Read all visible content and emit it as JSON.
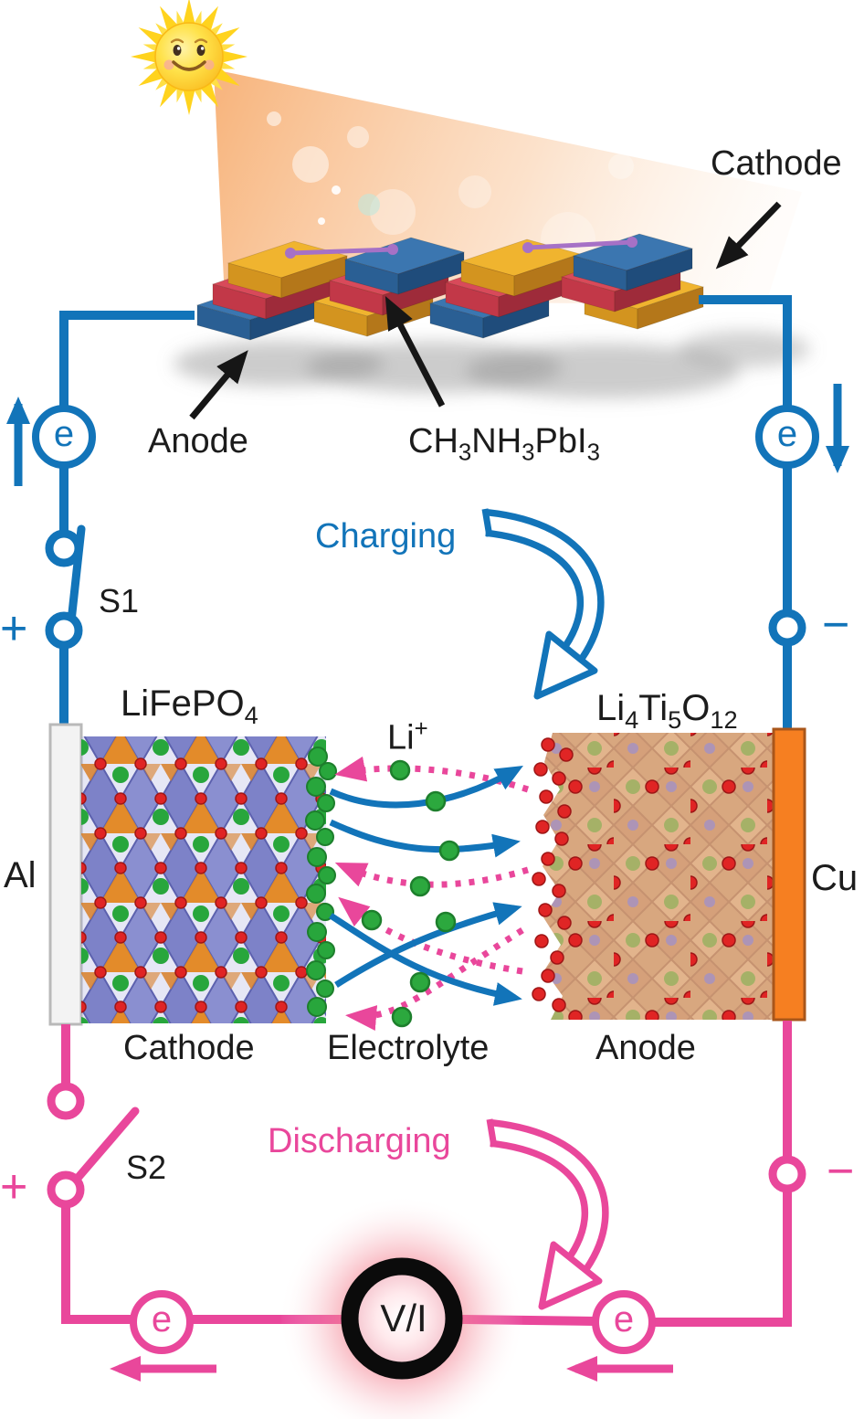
{
  "palette": {
    "circuit_blue": "#1274b9",
    "circuit_pink": "#e9479b",
    "ink": "#1c1c1c",
    "copper_orange": "#f67f21",
    "aluminum_gray": "#f3f3f3"
  },
  "solar_panel": {
    "cathode_label": "Cathode",
    "anode_label": "Anode",
    "absorber": [
      "CH",
      "3",
      "NH",
      "3",
      "PbI",
      "3"
    ]
  },
  "charging_circuit": {
    "label": "Charging",
    "switch_label": "S1",
    "plus_sign": "+",
    "minus_sign": "−",
    "electron_symbol": "e"
  },
  "battery": {
    "cathode_material": [
      "LiFePO",
      "4"
    ],
    "anode_material": [
      "Li",
      "4",
      "Ti",
      "5",
      "O",
      "12"
    ],
    "lithium_ion": [
      "Li",
      "+"
    ],
    "cathode_label": "Cathode",
    "electrolyte_label": "Electrolyte",
    "anode_label": "Anode",
    "left_electrode_label": "Al",
    "right_electrode_label": "Cu"
  },
  "discharging_circuit": {
    "label": "Discharging",
    "switch_label": "S2",
    "plus_sign": "+",
    "minus_sign": "−",
    "electron_symbol": "e",
    "meter_label": "V/I"
  }
}
